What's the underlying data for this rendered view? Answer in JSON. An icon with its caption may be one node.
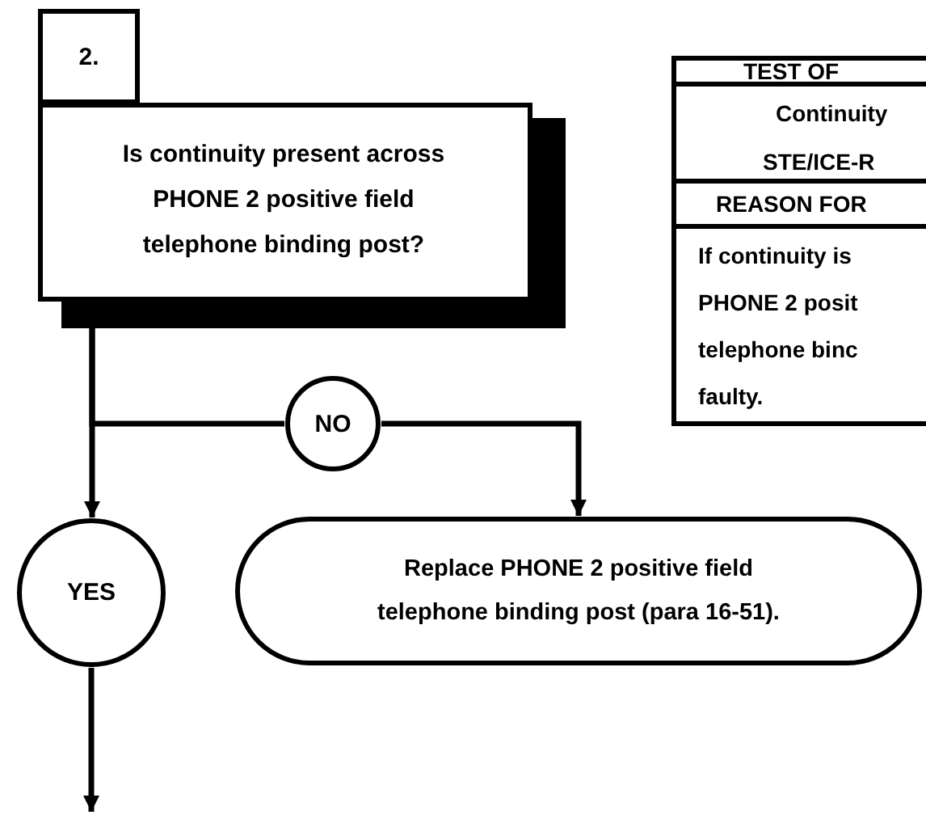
{
  "diagram": {
    "nodes": [
      {
        "text": [
          "2."
        ]
      },
      {
        "text": [
          "Is continuity present across PHONE 2 positive field telephone binding post?"
        ]
      },
      {
        "text": [
          "NO"
        ]
      },
      {
        "text": [
          "YES"
        ]
      },
      {
        "text": [
          "Replace PHONE 2 positive field telephone binding post (para 16-51)."
        ]
      }
    ],
    "edges": [
      {
        "from": 1,
        "to": 2,
        "arrow": "none"
      },
      {
        "from": 2,
        "to": 4,
        "arrow": "to"
      },
      {
        "from": 1,
        "to": 3,
        "arrow": "to"
      },
      {
        "from": 3,
        "to": null,
        "arrow": "to"
      }
    ],
    "labels": [
      "TEST OF",
      "Continuity",
      "STE/ICE-R",
      "REASON FOR",
      "If continuity is",
      "PHONE 2 posit",
      "telephone binc",
      "faulty."
    ]
  }
}
